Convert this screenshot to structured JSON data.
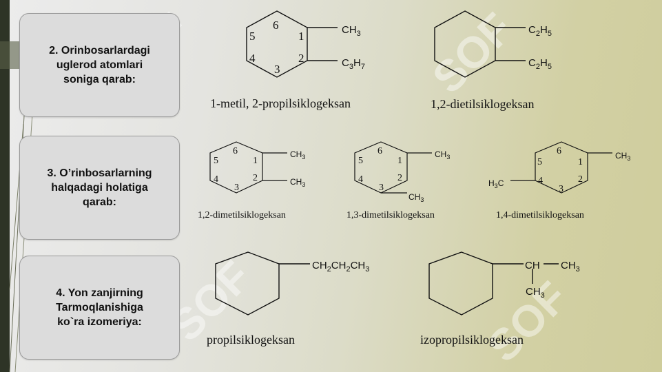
{
  "cards": [
    {
      "label": "2. Orinbosarlardagi\nuglerod atomlari\nsoniga qarab:"
    },
    {
      "label": "3. O’rinbosarlarning\nhalqadagi holatiga\nqarab:"
    },
    {
      "label": "4. Yon zanjirning\nTarmoqlanishiga\nko`ra izomeriya:"
    }
  ],
  "watermark": "SOF",
  "molecules": {
    "m1": {
      "name": "1-metil, 2-propilsiklogeksan",
      "numbers": [
        "6",
        "5",
        "1",
        "4",
        "2",
        "3"
      ],
      "sub1": {
        "base": "CH",
        "sub": "3"
      },
      "sub2": {
        "a": "C",
        "a_sub": "3",
        "b": "H",
        "b_sub": "7"
      }
    },
    "m2": {
      "name": "1,2-dietilsiklogeksan",
      "sub1": {
        "a": "C",
        "a_sub": "2",
        "b": "H",
        "b_sub": "5"
      },
      "sub2": {
        "a": "C",
        "a_sub": "2",
        "b": "H",
        "b_sub": "5"
      }
    },
    "m3": {
      "name": "1,2-dimetilsiklogeksan",
      "numbers": [
        "6",
        "5",
        "1",
        "4",
        "2",
        "3"
      ],
      "sub1": {
        "base": "CH",
        "sub": "3"
      },
      "sub2": {
        "base": "CH",
        "sub": "3"
      }
    },
    "m4": {
      "name": "1,3-dimetilsiklogeksan",
      "numbers": [
        "6",
        "5",
        "1",
        "4",
        "2",
        "3"
      ],
      "sub1": {
        "base": "CH",
        "sub": "3"
      },
      "sub2": {
        "base": "CH",
        "sub": "3"
      }
    },
    "m5": {
      "name": "1,4-dimetilsiklogeksan",
      "numbers": [
        "6",
        "5",
        "1",
        "4",
        "2",
        "3"
      ],
      "sub1": {
        "base": "CH",
        "sub": "3"
      },
      "sub2": {
        "a": "H",
        "a_sub": "3",
        "b": "C"
      }
    },
    "m6": {
      "name": "propilsiklogeksan",
      "chain": {
        "p1": "CH",
        "s1": "2",
        "p2": "CH",
        "s2": "2",
        "p3": "CH",
        "s3": "3"
      }
    },
    "m7": {
      "name": "izopropilsiklogeksan",
      "ch": "CH",
      "right": {
        "base": "CH",
        "sub": "3"
      },
      "down": {
        "base": "CH",
        "sub": "3"
      }
    }
  }
}
